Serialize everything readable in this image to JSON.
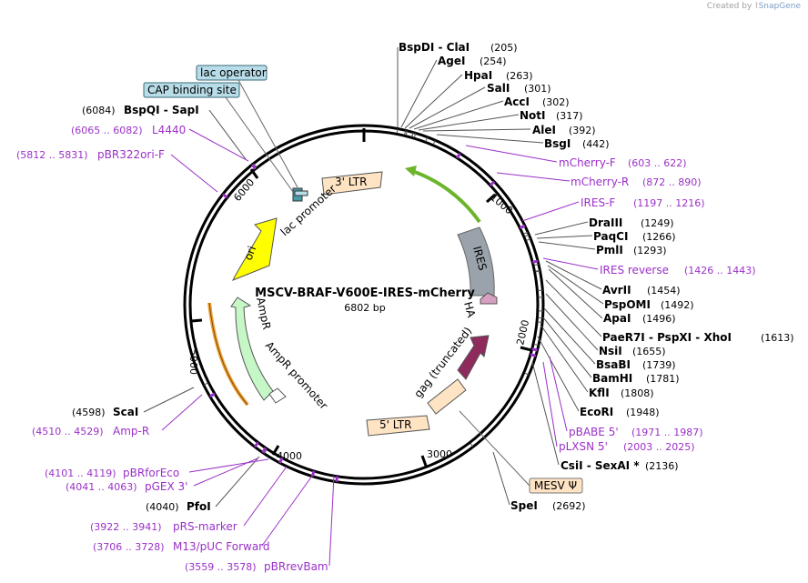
{
  "credit": {
    "prefix": "Created by",
    "brand": "SnapGene"
  },
  "plasmid": {
    "name": "MSCV-BRAF-V600E-IRES-mCherry",
    "length_label": "6802 bp",
    "length": 6802
  },
  "ticks": [
    "1000",
    "2000",
    "3000",
    "4000",
    "5000",
    "6000"
  ],
  "enzymes": [
    {
      "name": "BspDI  -  ClaI",
      "pos": "(205)",
      "site": 205
    },
    {
      "name": "AgeI",
      "pos": "(254)",
      "site": 254
    },
    {
      "name": "HpaI",
      "pos": "(263)",
      "site": 263
    },
    {
      "name": "SalI",
      "pos": "(301)",
      "site": 301
    },
    {
      "name": "AccI",
      "pos": "(302)",
      "site": 302
    },
    {
      "name": "NotI",
      "pos": "(317)",
      "site": 317
    },
    {
      "name": "AleI",
      "pos": "(392)",
      "site": 392
    },
    {
      "name": "BsgI",
      "pos": "(442)",
      "site": 442
    },
    {
      "name": "DraIII",
      "pos": "(1249)",
      "site": 1249
    },
    {
      "name": "PaqCI",
      "pos": "(1266)",
      "site": 1266
    },
    {
      "name": "PmlI",
      "pos": "(1293)",
      "site": 1293
    },
    {
      "name": "AvrII",
      "pos": "(1454)",
      "site": 1454
    },
    {
      "name": "PspOMI",
      "pos": "(1492)",
      "site": 1492
    },
    {
      "name": "ApaI",
      "pos": "(1496)",
      "site": 1496
    },
    {
      "name": "PaeR7I  -  PspXI  -  XhoI",
      "pos": "(1613)",
      "site": 1613
    },
    {
      "name": "NsiI",
      "pos": "(1655)",
      "site": 1655
    },
    {
      "name": "BsaBI",
      "pos": "(1739)",
      "site": 1739
    },
    {
      "name": "BamHI",
      "pos": "(1781)",
      "site": 1781
    },
    {
      "name": "KflI",
      "pos": "(1808)",
      "site": 1808
    },
    {
      "name": "EcoRI",
      "pos": "(1948)",
      "site": 1948
    },
    {
      "name": "CsiI  -  SexAI *",
      "pos": "(2136)",
      "site": 2136
    },
    {
      "name": "SpeI",
      "pos": "(2692)",
      "site": 2692
    },
    {
      "name": "PfoI",
      "pos": "(4040)",
      "site": 4040
    },
    {
      "name": "ScaI",
      "pos": "(4598)",
      "site": 4598
    },
    {
      "name": "BspQI  -  SapI",
      "pos": "(6084)",
      "site": 6084
    }
  ],
  "primers": [
    {
      "name": "mCherry-F",
      "range": "(603 .. 622)",
      "site": 612
    },
    {
      "name": "mCherry-R",
      "range": "(872 .. 890)",
      "site": 881
    },
    {
      "name": "IRES-F",
      "range": "(1197 .. 1216)",
      "site": 1206
    },
    {
      "name": "IRES reverse",
      "range": "(1426 .. 1443)",
      "site": 1434
    },
    {
      "name": "pBABE 5'",
      "range": "(1971 .. 1987)",
      "site": 1979
    },
    {
      "name": "pLXSN 5'",
      "range": "(2003 .. 2025)",
      "site": 2014
    },
    {
      "name": "pBRforEco",
      "range": "(4101 .. 4119)",
      "site": 4110
    },
    {
      "name": "pGEX 3'",
      "range": "(4041 .. 4063)",
      "site": 4052
    },
    {
      "name": "pRS-marker",
      "range": "(3922 .. 3941)",
      "site": 3931
    },
    {
      "name": "M13/pUC Forward",
      "range": "(3706 .. 3728)",
      "site": 3717
    },
    {
      "name": "pBRrevBam",
      "range": "(3559 .. 3578)",
      "site": 3568
    },
    {
      "name": "Amp-R",
      "range": "(4510 .. 4529)",
      "site": 4519
    },
    {
      "name": "L4440",
      "range": "(6065 .. 6082)",
      "site": 6073
    },
    {
      "name": "pBR322ori-F",
      "range": "(5812 .. 5831)",
      "site": 5821
    }
  ],
  "features": {
    "mcherry_label": "",
    "ires": "IRES",
    "ha": "HA",
    "gag": "gag (truncated)",
    "ltr5": "5' LTR",
    "ltr3": "3' LTR",
    "ampr": "AmpR",
    "ampr_promoter": "AmpR promoter",
    "ori": "ori",
    "lac_promoter": "lac promoter",
    "lac_operator": "lac operator",
    "cap_site": "CAP binding site",
    "mesv": "MESV Ψ"
  },
  "colors": {
    "primer": "#9b30c8",
    "mcherry": "#6cb52b",
    "ires": "#9aa3ab",
    "gag": "#8e2b5c",
    "ltr": "#ffe4c4",
    "ampr": "#c6f7c6",
    "ori": "#ffff00",
    "boxlabel": "#b8dde8",
    "orange_arc": "#f0a030"
  }
}
